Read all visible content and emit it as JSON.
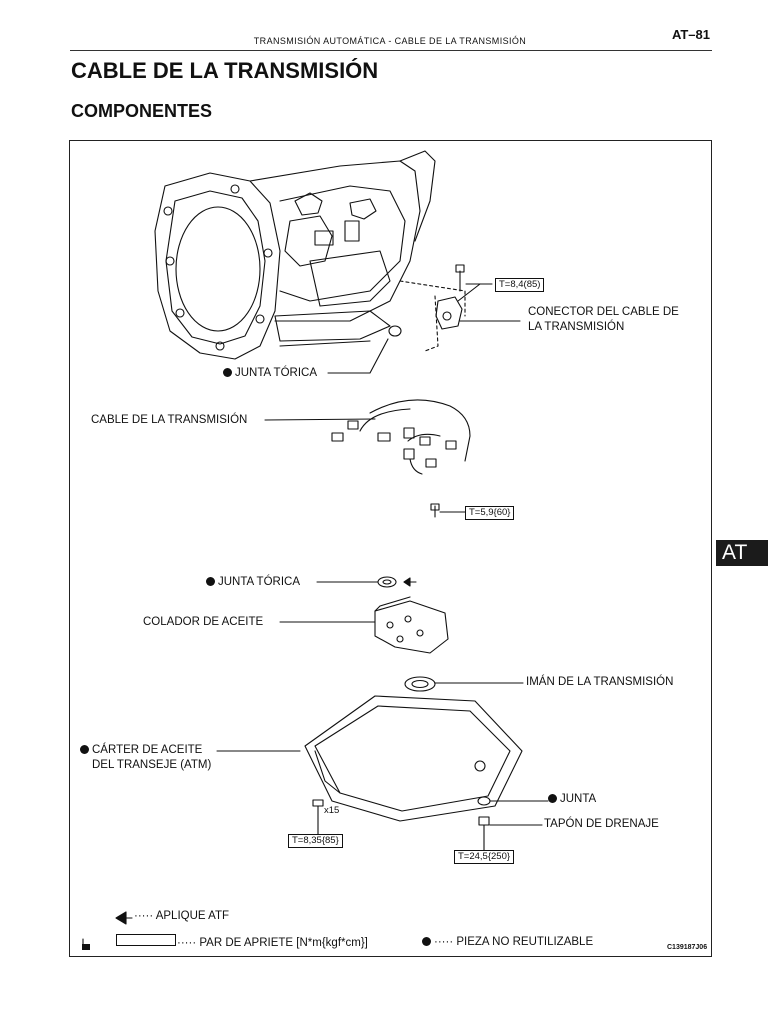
{
  "header": {
    "section": "TRANSMISIÓN AUTOMÁTICA  -  CABLE DE LA TRANSMISIÓN",
    "page": "AT–81"
  },
  "title": "CABLE DE LA TRANSMISIÓN",
  "subtitle": "COMPONENTES",
  "side_tab": "AT",
  "torques": {
    "connector_bolt": "T=8,4(85)",
    "cable_bolt": "T=5,9{60}",
    "pan_bolt": "T=8,35{85}",
    "drain_plug": "T=24,5{250}"
  },
  "labels": {
    "connector_line1": "CONECTOR DEL CABLE DE",
    "connector_line2": "LA TRANSMISIÓN",
    "o_ring_upper": "JUNTA TÓRICA",
    "cable": "CABLE DE LA TRANSMISIÓN",
    "o_ring_lower": "JUNTA TÓRICA",
    "oil_strainer": "COLADOR DE ACEITE",
    "magnet": "IMÁN DE LA TRANSMISIÓN",
    "pan_line1": "CÁRTER DE ACEITE",
    "pan_line2": "DEL TRANSEJE (ATM)",
    "bolt_count": "x15",
    "gasket": "JUNTA",
    "drain_plug": "TAPÓN DE DRENAJE"
  },
  "legend": {
    "atf": "APLIQUE ATF",
    "torque": "PAR DE APRIETE [N*m{kgf*cm}]",
    "non_reusable": "PIEZA NO REUTILIZABLE",
    "dots": "·····"
  },
  "figure_id": "C139187J06"
}
